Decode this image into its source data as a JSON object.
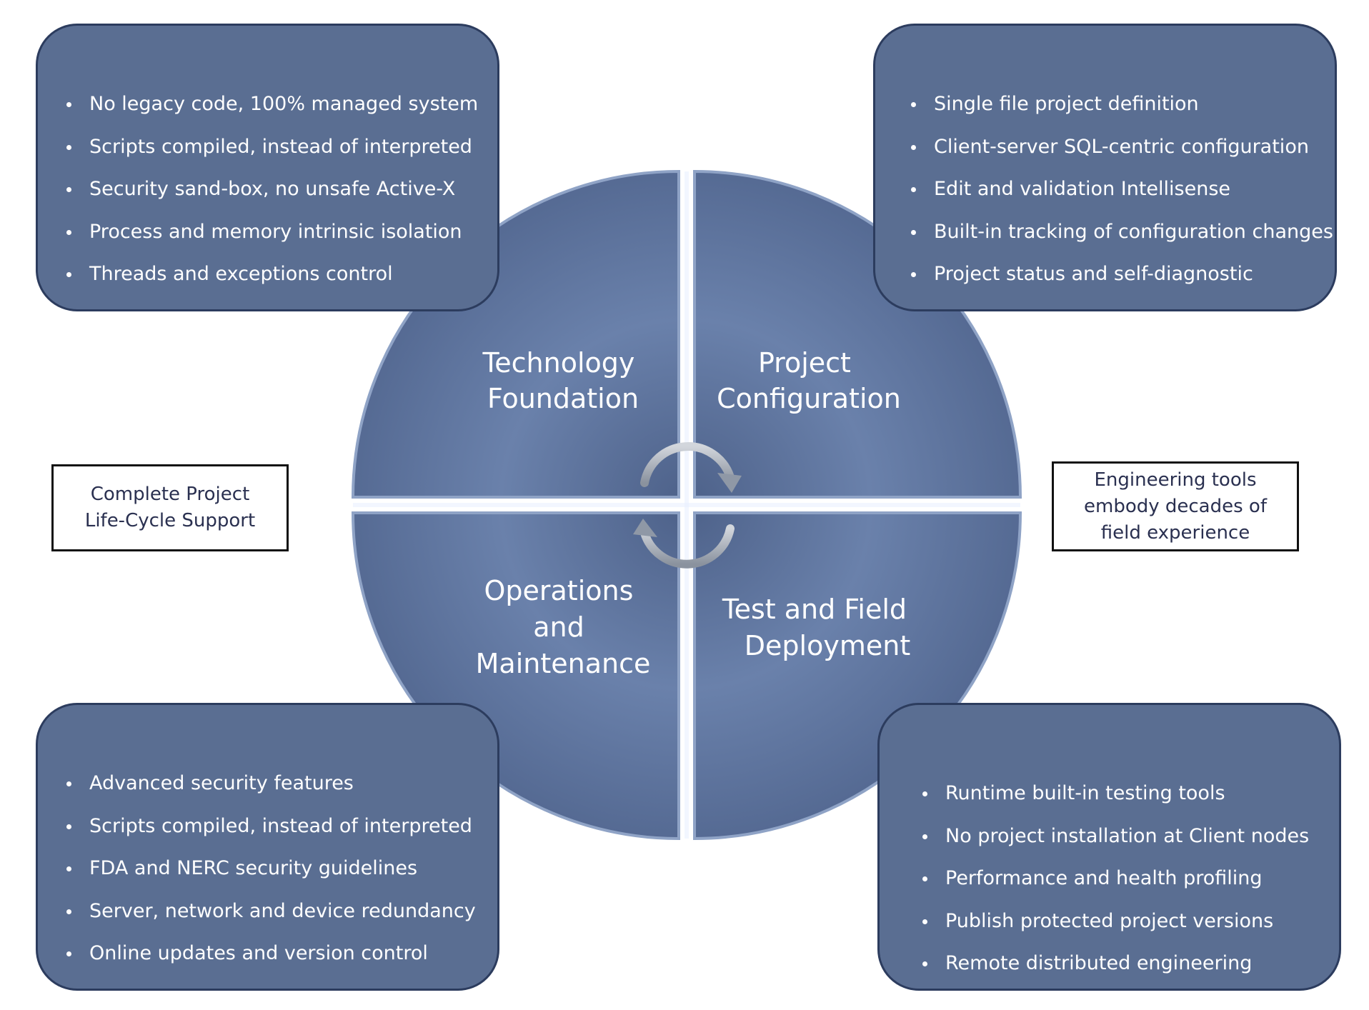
{
  "quadrants": [
    {
      "lines": [
        "Technology",
        "Foundation"
      ]
    },
    {
      "lines": [
        "Project",
        "Configuration"
      ]
    },
    {
      "lines": [
        "Operations",
        "and",
        "Maintenance"
      ]
    },
    {
      "lines": [
        "Test and Field",
        "Deployment"
      ]
    }
  ],
  "feature_boxes": {
    "technology": [
      "No legacy code, 100% managed system",
      "Scripts compiled, instead of interpreted",
      "Security sand-box, no unsafe Active-X",
      "Process and memory intrinsic isolation",
      "Threads and exceptions control"
    ],
    "configuration": [
      "Single file project definition",
      "Client-server SQL-centric configuration",
      "Edit and validation Intellisense",
      "Built-in tracking of configuration changes",
      "Project status and self-diagnostic"
    ],
    "operations": [
      "Advanced security features",
      "Scripts compiled, instead of interpreted",
      "FDA and NERC security guidelines",
      "Server, network and device redundancy",
      "Online updates and version control"
    ],
    "deployment": [
      "Runtime built-in testing tools",
      "No project installation at Client nodes",
      "Performance and health profiling",
      "Publish protected project versions",
      "Remote distributed engineering"
    ]
  },
  "notes": {
    "left": [
      "Complete Project",
      "Life-Cycle Support"
    ],
    "right": [
      "Engineering tools",
      "embody decades of",
      "field experience"
    ]
  },
  "colors": {
    "box_fill": "#5a6e92",
    "box_border": "#2c3c5e",
    "wheel_light": "#6f86b0",
    "wheel_dark": "#4c6088",
    "arrow": "#9ea6b2"
  }
}
